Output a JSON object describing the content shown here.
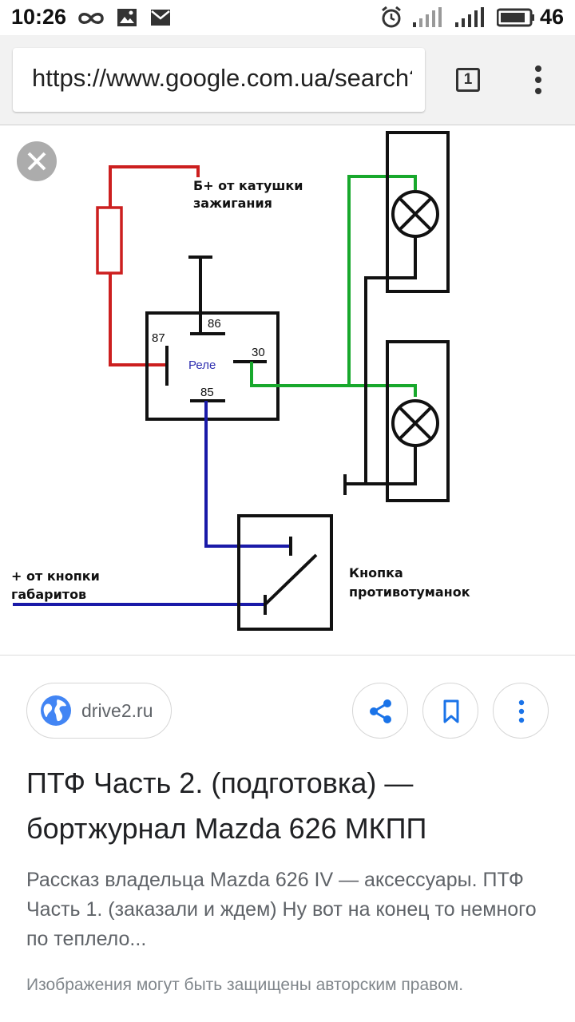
{
  "status_bar": {
    "time": "10:26",
    "network": "46"
  },
  "browser": {
    "url": "https://www.google.com.ua/search?q=ptf",
    "tab_count": "1"
  },
  "diagram": {
    "ignition_label_line1": "Б+ от катушки",
    "ignition_label_line2": "зажигания",
    "relay_label": "Реле",
    "pin_86": "86",
    "pin_87": "87",
    "pin_30": "30",
    "pin_85": "85",
    "markers_label_line1": "+ от кнопки",
    "markers_label_line2": "габаритов",
    "button_label_line1": "Кнопка",
    "button_label_line2": "противотуманок",
    "colors": {
      "red": "#cc1f1f",
      "green": "#18a82c",
      "blue": "#1a1aa8",
      "black": "#111111"
    }
  },
  "result": {
    "source": "drive2.ru",
    "title": "ПТФ Часть 2. (подготовка) — бортжурнал Mazda 626 МКПП",
    "description": "Рассказ владельца Mazda 626 IV — аксессуары. ПТФ Часть 1. (заказали и ждем) Ну вот на конец то немного по теплело...",
    "copyright": "Изображения могут быть защищены авторским правом."
  }
}
